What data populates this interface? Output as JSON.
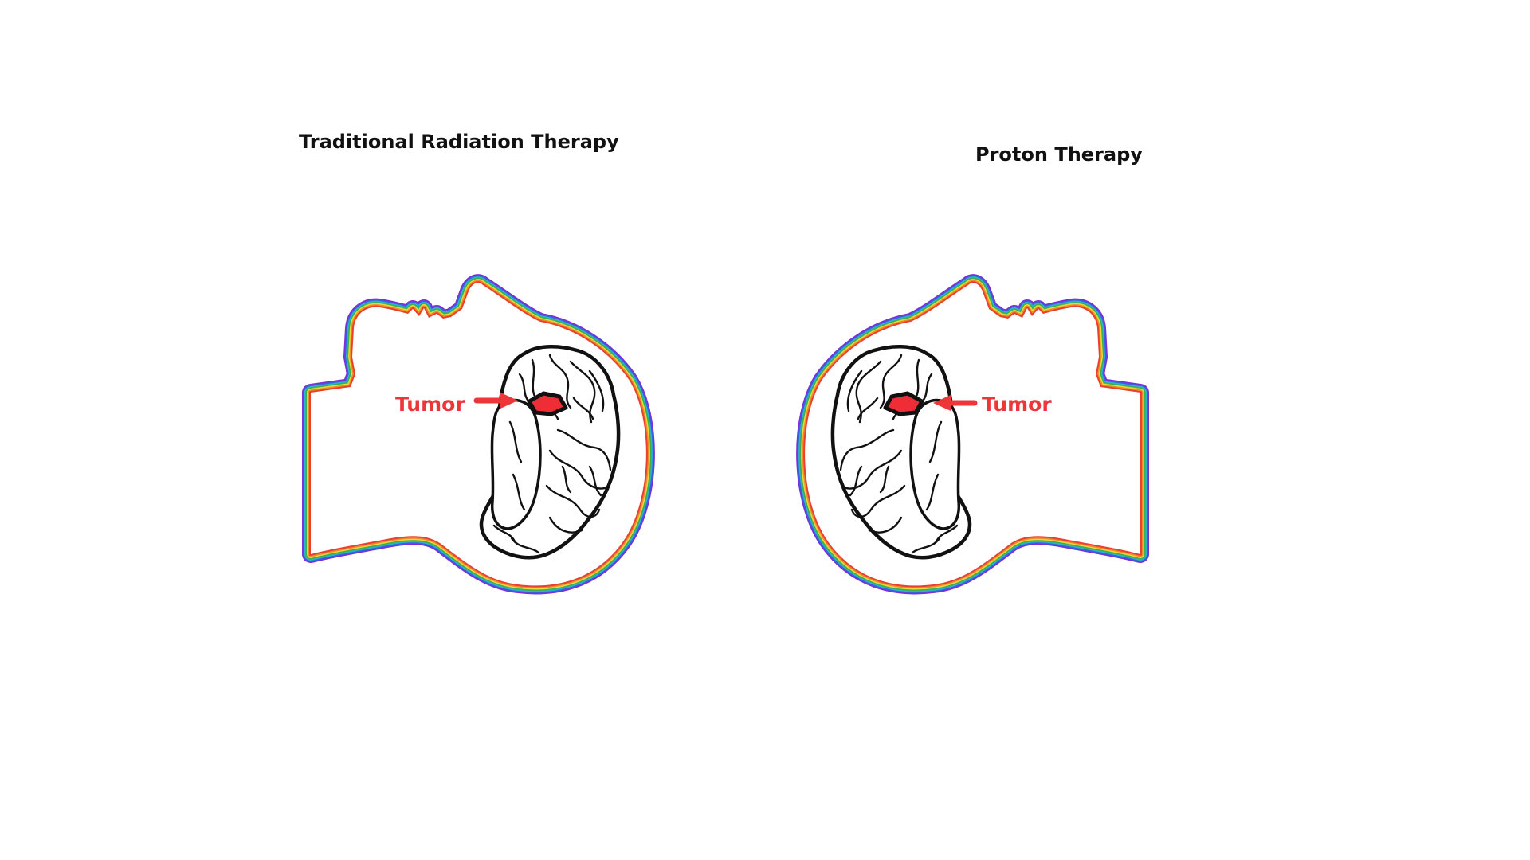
{
  "panels": {
    "left": {
      "title": "Traditional Radiation Therapy",
      "tumor_label": "Tumor"
    },
    "right": {
      "title": "Proton Therapy",
      "tumor_label": "Tumor"
    }
  },
  "colors": {
    "tumor": "#ee2d36",
    "tumor_outline": "#111111",
    "label": "#ee3638",
    "brain_outline": "#111111",
    "radiation_bands": [
      "#7b2fd6",
      "#3a5fe0",
      "#2bb3c9",
      "#37b24d",
      "#e9d63a",
      "#f08a2c",
      "#e8412f"
    ]
  },
  "icons": {
    "head": "head-profile-icon",
    "brain": "brain-icon",
    "arrow": "arrow-icon"
  }
}
